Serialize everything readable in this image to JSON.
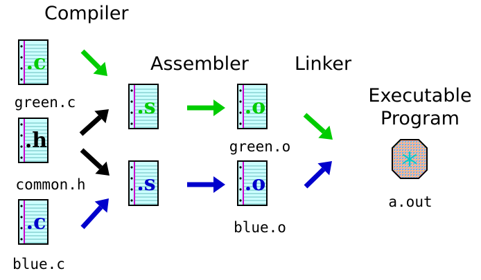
{
  "stages": {
    "compiler": "Compiler",
    "assembler": "Assembler",
    "linker": "Linker",
    "executable": [
      "Executable",
      "Program"
    ]
  },
  "files": {
    "green_c": {
      "ext": ".c",
      "name": "green.c",
      "color": "#00cc00"
    },
    "common_h": {
      "ext": ".h",
      "name": "common.h",
      "color": "#000000"
    },
    "blue_c": {
      "ext": ".c",
      "name": "blue.c",
      "color": "#0000cc"
    },
    "green_s": {
      "ext": ".s",
      "color": "#00cc00"
    },
    "blue_s": {
      "ext": ".s",
      "color": "#0000cc"
    },
    "green_o": {
      "ext": ".o",
      "name": "green.o",
      "color": "#00cc00"
    },
    "blue_o": {
      "ext": ".o",
      "name": "blue.o",
      "color": "#0000cc"
    },
    "output": {
      "name": "a.out"
    }
  },
  "colors": {
    "green": "#00cc00",
    "blue": "#0000cc",
    "black": "#000000",
    "page": "#ccffff",
    "margin_line": "#cc00cc"
  }
}
